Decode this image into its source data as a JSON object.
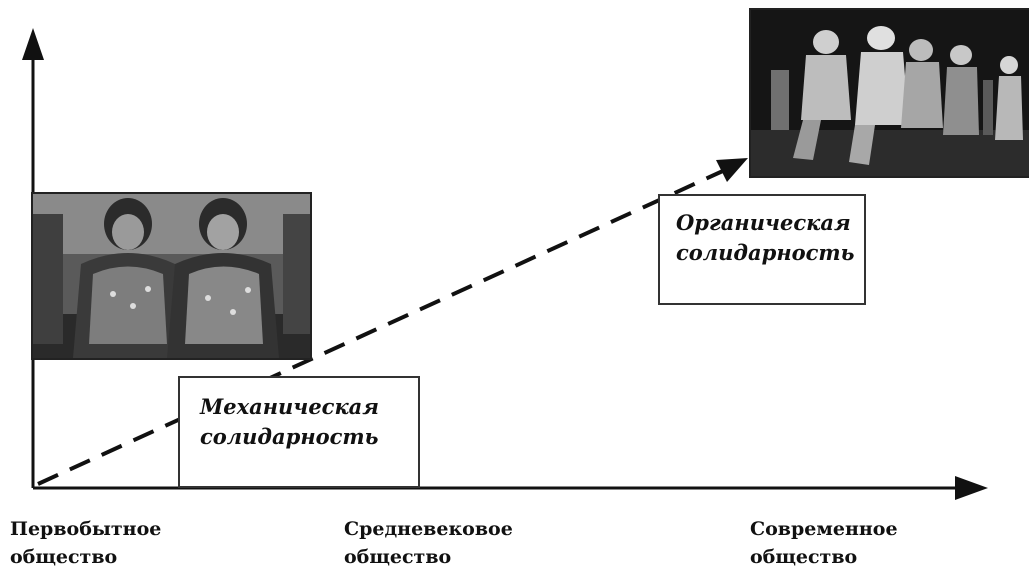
{
  "diagram": {
    "boxes": {
      "mechanical": {
        "line1": "Механическая",
        "line2": "солидарность"
      },
      "organic": {
        "line1": "Органическая",
        "line2": "солидарность"
      }
    },
    "x_labels": [
      {
        "line1": "Первобытное",
        "line2": "общество"
      },
      {
        "line1": "Средневековое",
        "line2": "общество"
      },
      {
        "line1": "Современное",
        "line2": "общество"
      }
    ],
    "colors": {
      "ink": "#111111",
      "photo_dark": "#1a1a1a",
      "photo_mid": "#6e6e6e",
      "photo_light": "#bdbdbd"
    }
  }
}
